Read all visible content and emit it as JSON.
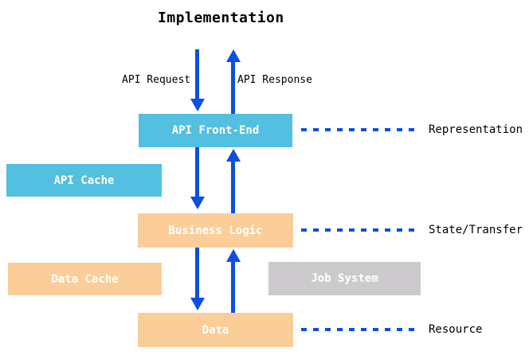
{
  "diagram": {
    "title": "Implementation",
    "flow": {
      "request_label": "API Request",
      "response_label": "API Response"
    },
    "boxes": [
      {
        "id": "api-front-end",
        "label": "API Front-End",
        "fill": "#53BFE1"
      },
      {
        "id": "api-cache",
        "label": "API Cache",
        "fill": "#53BFE1"
      },
      {
        "id": "business-logic",
        "label": "Business Logic",
        "fill": "#FBCE99"
      },
      {
        "id": "data-cache",
        "label": "Data Cache",
        "fill": "#FBCE99"
      },
      {
        "id": "job-system",
        "label": "Job System",
        "fill": "#CCCACD"
      },
      {
        "id": "data",
        "label": "Data",
        "fill": "#FBCE99"
      }
    ],
    "layers": [
      {
        "label": "Representation"
      },
      {
        "label": "State/Transfer"
      },
      {
        "label": "Resource"
      }
    ],
    "colors": {
      "box_cyan": "#53BFE1",
      "box_orange": "#FBCE99",
      "box_gray": "#CCCACD",
      "arrow_blue": "#0D4FE0",
      "box_text": "#FFFFFF",
      "text": "#000000",
      "background": "#FFFFFF"
    }
  }
}
